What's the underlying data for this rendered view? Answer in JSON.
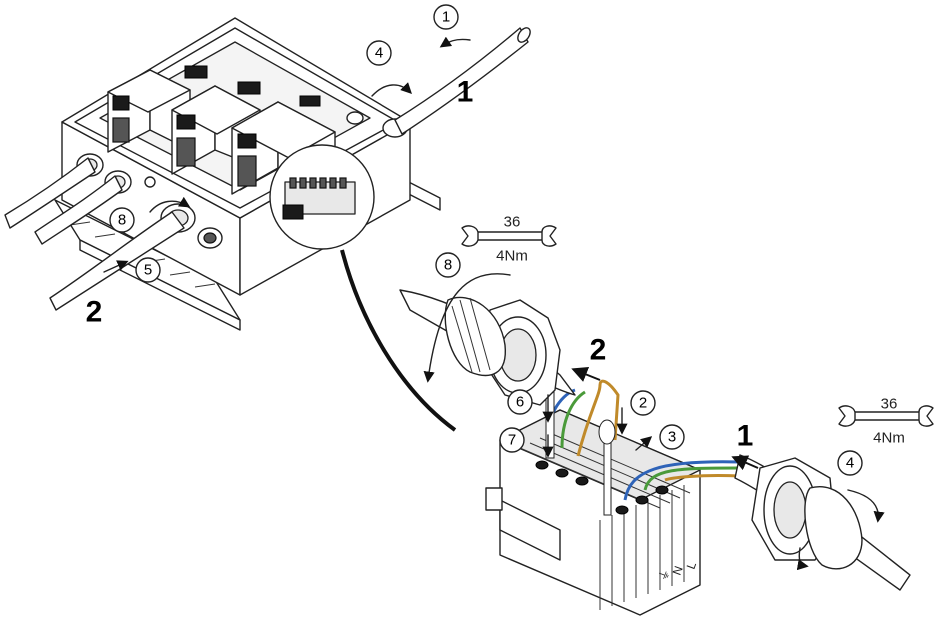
{
  "callouts": {
    "step1_top": "1",
    "step4_top": "4",
    "step8_top": "8",
    "step5": "5",
    "step8_detail": "8",
    "step6": "6",
    "step2": "2",
    "step7": "7",
    "step3": "3",
    "step4_right": "4"
  },
  "cable_labels": {
    "cable1_top": "1",
    "cable2_left": "2",
    "cable2_detail": "2",
    "cable1_detail": "1"
  },
  "tools": {
    "wrench_left": {
      "size": "36",
      "torque": "4Nm"
    },
    "wrench_right": {
      "size": "36",
      "torque": "4Nm"
    }
  },
  "terminal_marks": [
    "⏚",
    "N",
    "L"
  ],
  "colors": {
    "blue_wire": "#2e63b8",
    "green_wire": "#4a9a3a",
    "brown_wire": "#c08a2a",
    "line": "#222222"
  }
}
